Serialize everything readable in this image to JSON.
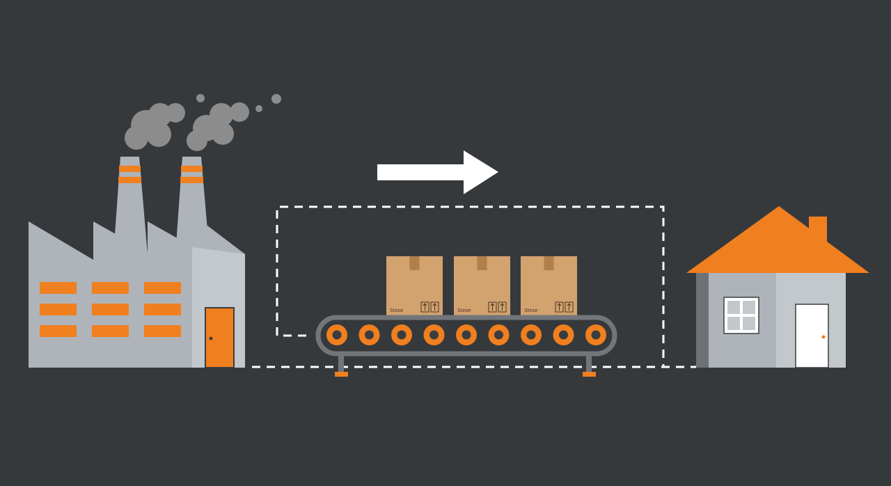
{
  "colors": {
    "background": "#36393c",
    "building": "#aeb4b9",
    "building_shade": "#c3c8cc",
    "accent": "#f07f1f",
    "smoke": "#8c8c8c",
    "box": "#d2a26f",
    "box_tape": "#b07f4b",
    "conveyor_frame": "#72767a",
    "roller_center": "#3a3d40",
    "arrow": "#ffffff",
    "dash": "#ffffff",
    "door_house": "#ffffff",
    "window": "#ffffff"
  },
  "icons": {
    "factory": "factory-icon",
    "smoke": "smoke-icon",
    "arrow": "arrow-right-icon",
    "conveyor": "conveyor-belt-icon",
    "box": "shipping-box-icon",
    "house": "house-icon"
  },
  "boxes": [
    {
      "label": "Stese"
    },
    {
      "label": "Stese"
    },
    {
      "label": "Stese"
    }
  ],
  "roller_count": 9
}
